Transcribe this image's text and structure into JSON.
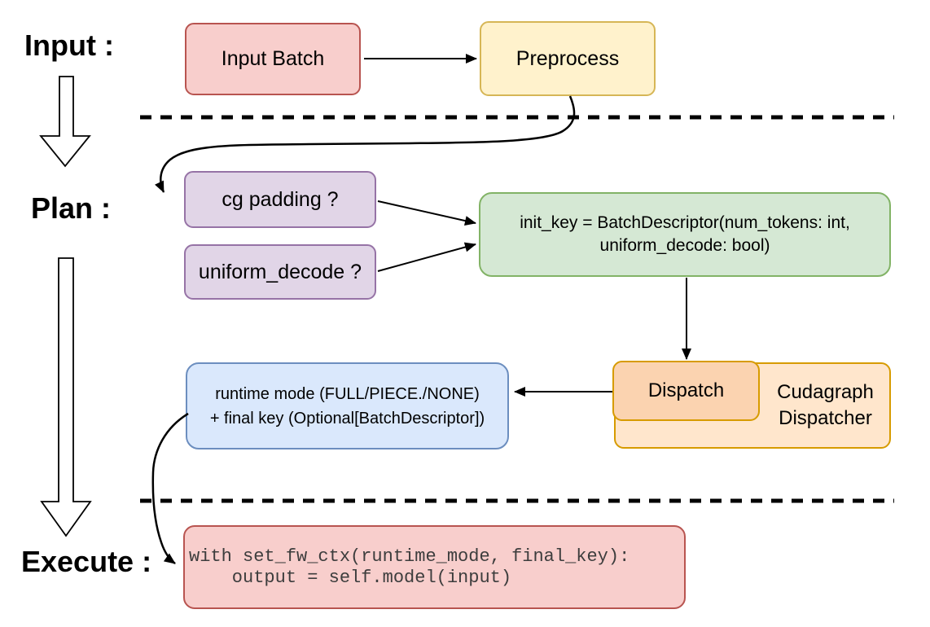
{
  "diagram": {
    "stage_labels": {
      "input": "Input :",
      "plan": "Plan :",
      "execute": "Execute :"
    },
    "nodes": {
      "input_batch": {
        "label": "Input Batch"
      },
      "preprocess": {
        "label": "Preprocess"
      },
      "cg_padding": {
        "label": "cg padding ?"
      },
      "uniform_decode": {
        "label": "uniform_decode ?"
      },
      "init_key": {
        "line1": "init_key = BatchDescriptor(num_tokens: int,",
        "line2": "uniform_decode: bool)"
      },
      "dispatch": {
        "label": "Dispatch"
      },
      "dispatcher": {
        "line1": "Cudagraph",
        "line2": "Dispatcher"
      },
      "runtime": {
        "line1": "runtime mode (FULL/PIECE./NONE)",
        "line2": "+ final key (Optional[BatchDescriptor])"
      },
      "execute_code": {
        "line1": "with set_fw_ctx(runtime_mode, final_key):",
        "line2": "    output = self.model(input)"
      }
    },
    "colors": {
      "red_fill": "#F8CECC",
      "red_stroke": "#B85450",
      "yellow_fill": "#FFF2CC",
      "yellow_stroke": "#D6B656",
      "purple_fill": "#E1D5E7",
      "purple_stroke": "#9673A6",
      "green_fill": "#D5E8D4",
      "green_stroke": "#82B366",
      "orange_fill": "#FFE6CC",
      "orange_inner_fill": "#FBD3B0",
      "orange_stroke": "#D79B00",
      "blue_fill": "#DAE8FC",
      "blue_stroke": "#6C8EBF",
      "arrow": "#000000"
    }
  }
}
